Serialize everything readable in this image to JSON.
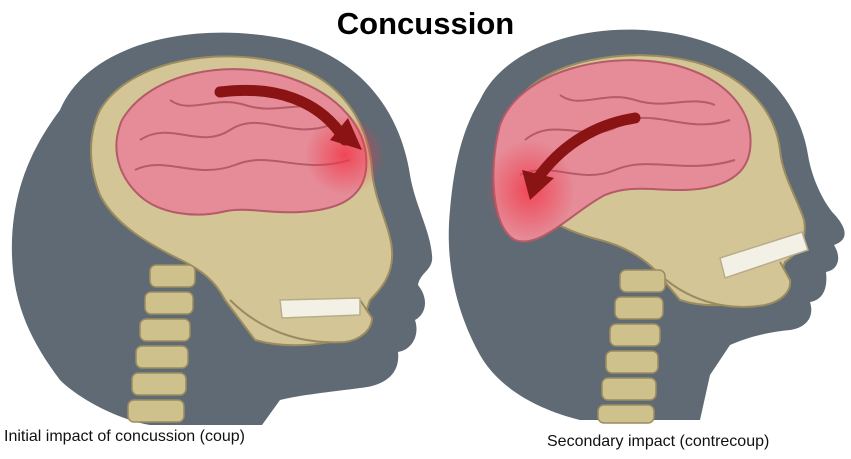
{
  "title": "Concussion",
  "panels": [
    {
      "caption": "Initial impact of concussion (coup)",
      "impact_side": "front",
      "arrow_direction": "forward"
    },
    {
      "caption": "Secondary impact (contrecoup)",
      "impact_side": "back",
      "arrow_direction": "backward"
    }
  ],
  "colors": {
    "head_silhouette": "#5f6a74",
    "skull": "#d3c595",
    "brain": "#e58c98",
    "impact_glow": "#f23a4a",
    "arrow": "#8a1414",
    "spine": "#cfc18c"
  }
}
